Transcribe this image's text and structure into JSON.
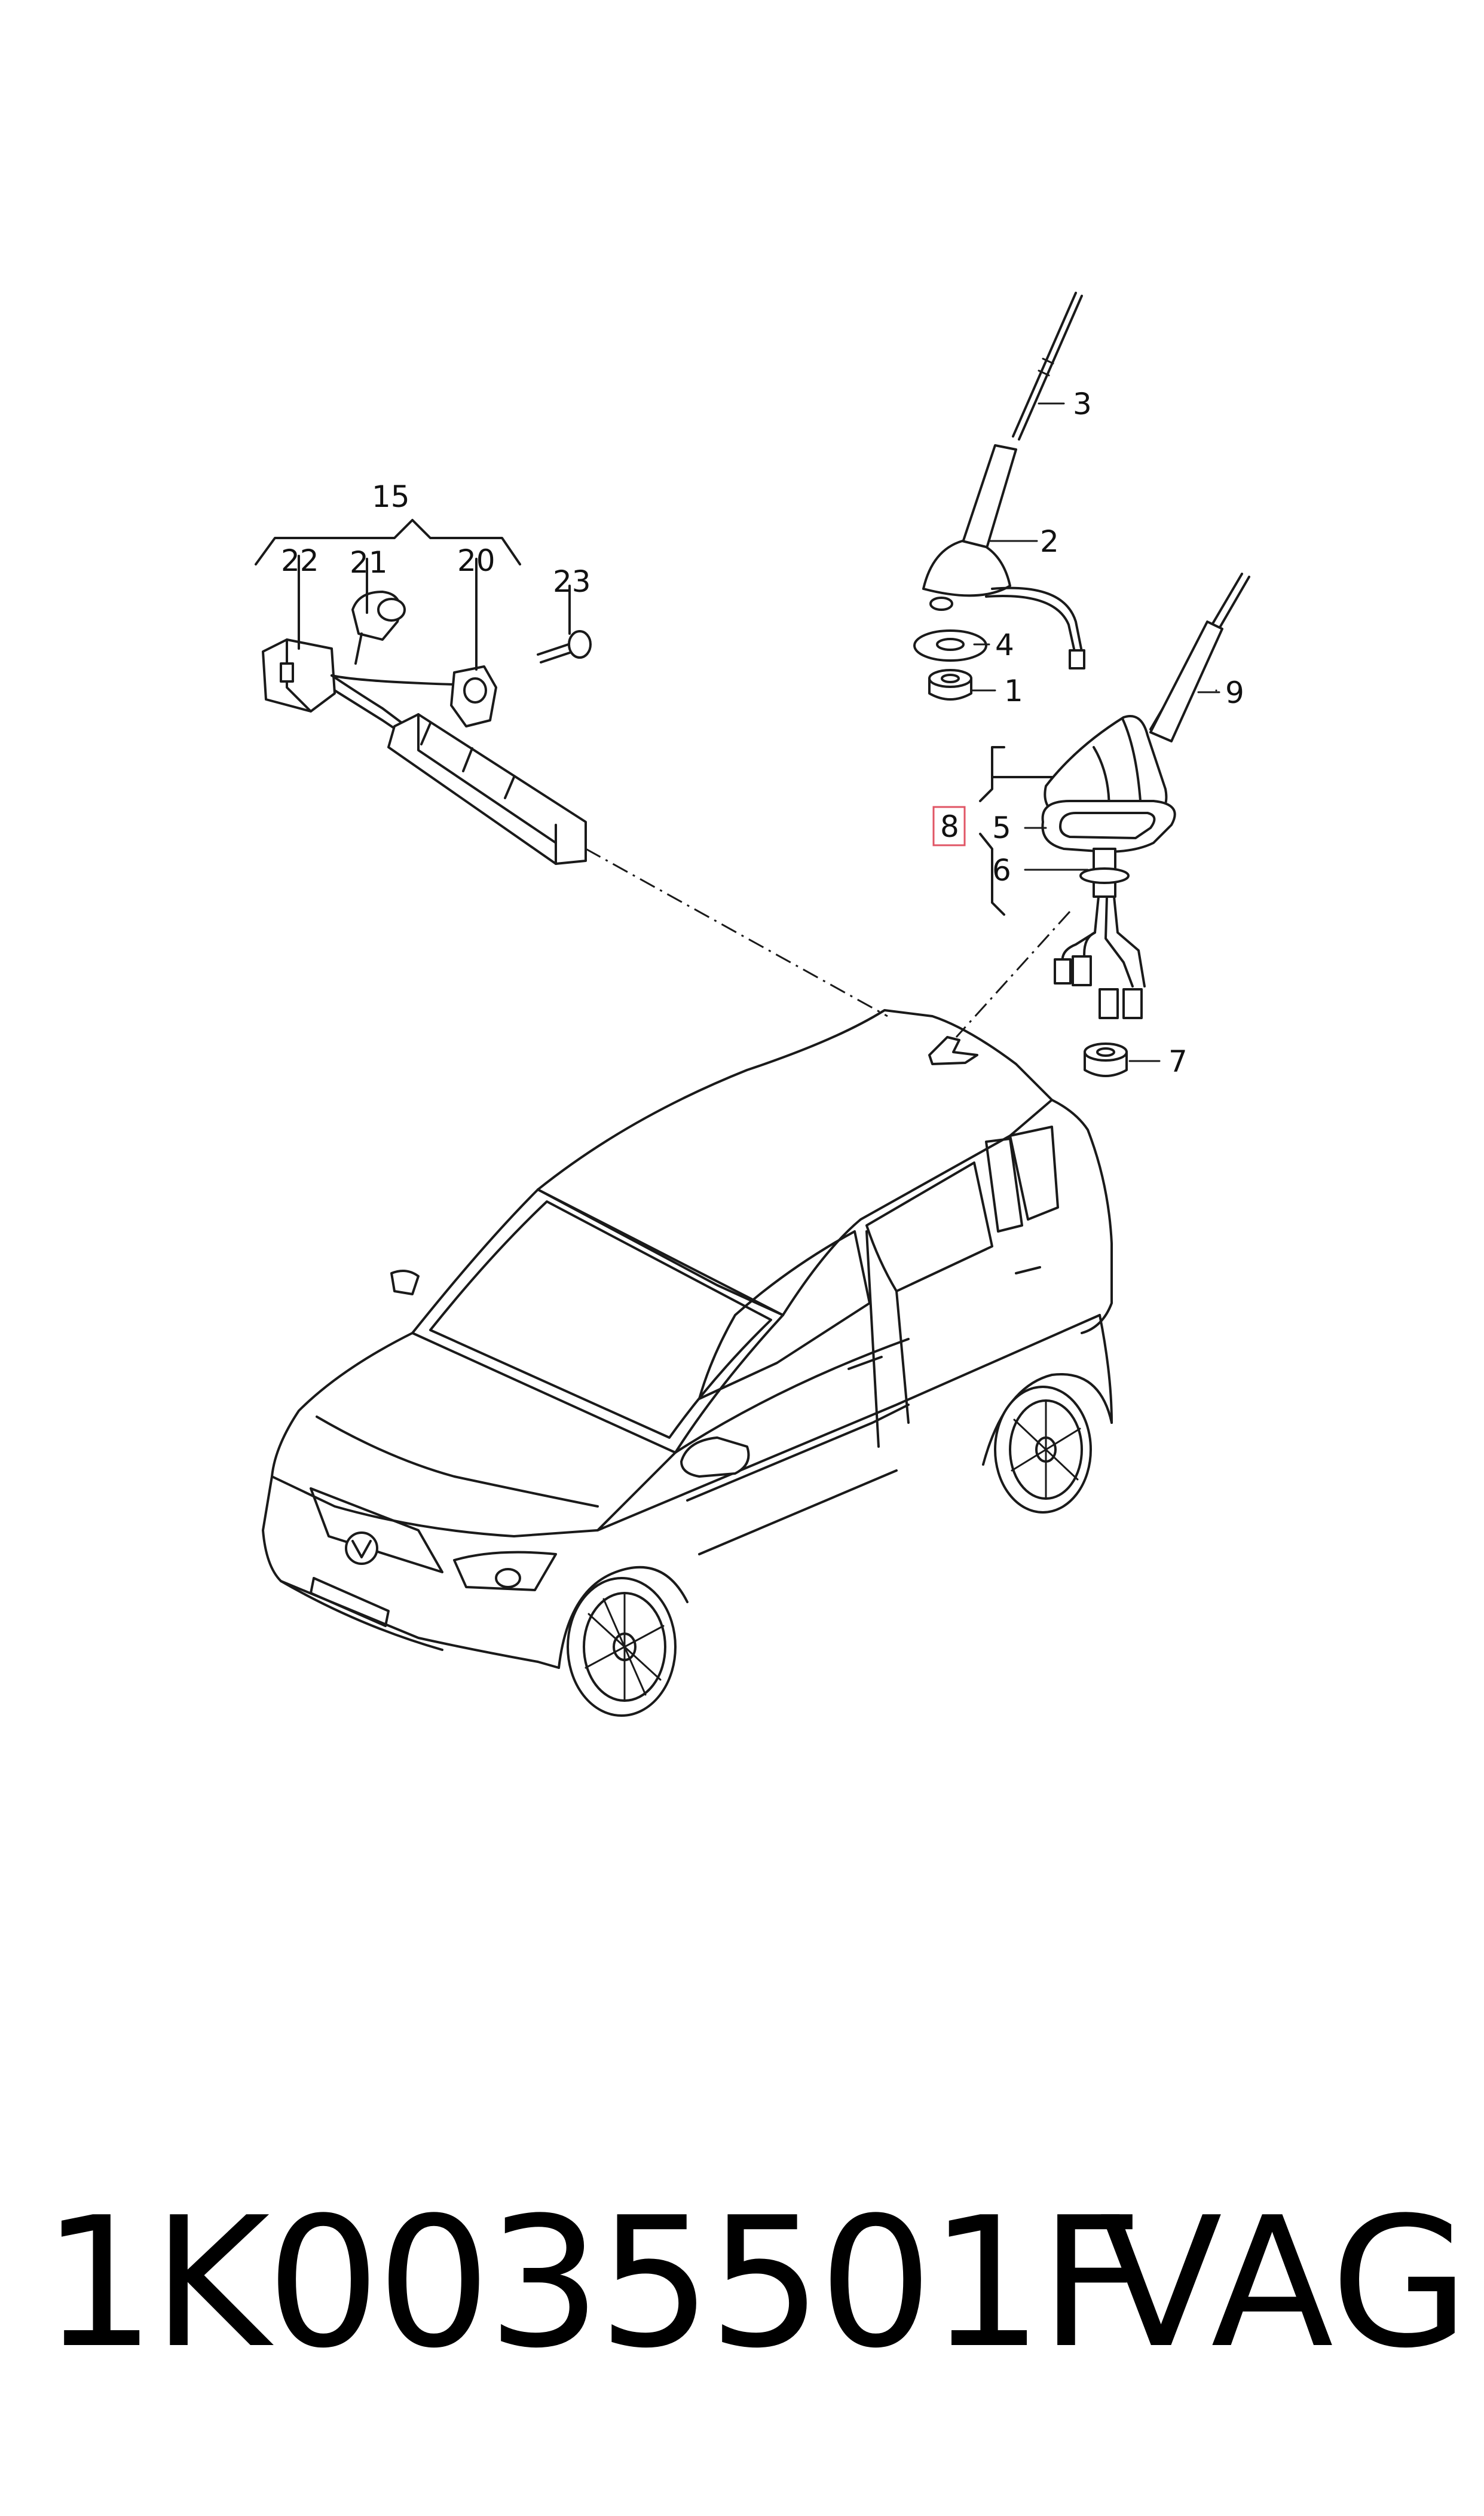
{
  "callouts": {
    "n1": "1",
    "n2": "2",
    "n3": "3",
    "n4": "4",
    "n5": "5",
    "n6": "6",
    "n7": "7",
    "n8": "8",
    "n9": "9",
    "n15": "15",
    "n20": "20",
    "n21": "21",
    "n22": "22",
    "n23": "23"
  },
  "highlight": {
    "callout": "8",
    "color": "#e05565"
  },
  "footer": {
    "part_number": "1K0035501F",
    "brand": "VAG"
  }
}
